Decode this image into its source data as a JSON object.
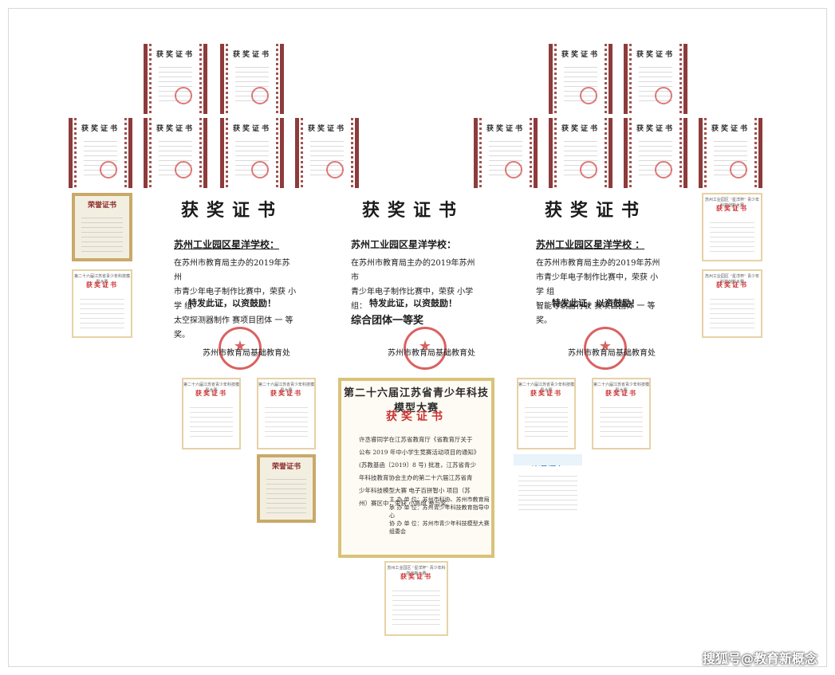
{
  "small_cert_title": "获奖证书",
  "big_certs": [
    {
      "title": "获奖证书",
      "school": "苏州工业园区星洋学校：",
      "line1": "在苏州市教育局主办的2019年苏州",
      "line2": "市青少年电子制作比赛中，荣获 小学 组",
      "line3": "太空探测器制作 赛项目团体 一 等奖。",
      "award": "",
      "motto": "特发此证，以资鼓励！",
      "issuer": "苏州市教育局基础教育处"
    },
    {
      "title": "获奖证书",
      "school": "苏州工业园区星洋学校：",
      "line1": "在苏州市教育局主办的2019年苏州市",
      "line2": "青少年电子制作比赛中，荣获 小学 组：",
      "line3": "",
      "award": "综合团体一等奖",
      "motto": "特发此证，以资鼓励！",
      "issuer": "苏州市教育局基础教育处"
    },
    {
      "title": "获奖证书",
      "school": "苏州工业园区星洋学校 ：",
      "line1": "在苏州市教育局主办的2019年苏州",
      "line2": "市青少年电子制作比赛中，荣获 小学 组",
      "line3": "智能寻轨器行驶 赛项目团体 一 等奖。",
      "award": "",
      "motto": "特发此证，以资鼓励！",
      "issuer": "苏州市教育局基础教育处"
    }
  ],
  "center_cert": {
    "header": "第二十六届江苏省青少年科技模型大赛",
    "title": "获奖证书",
    "body": "许丞睿同学在江苏省教育厅《省教育厅关于公布 2019 年中小学生竞赛活动项目的通知》(苏教基函〔2019〕8 号) 批准，江苏省青少年科技教育协会主办的第二十六届江苏省青少年科技模型大赛 电子百拼智小 项目（苏州）赛区中，荣获 小高组 参与奖。",
    "footer": [
      "主 办 单 位：苏州市科协、苏州市教育局",
      "承 办 单 位：苏州青少年科技教育指导中心",
      "协 办 单 位：苏州市青少年科技模型大赛组委会"
    ]
  },
  "honor_title": "荣誉证书",
  "gold_small_title": "获奖证书",
  "gold_small_header": "第二十六届江苏省青少年科技模型大赛",
  "honor_cert_title": "荣誉证书",
  "cup_cert_header": "苏州工业园区 “星洋杯” 青少年科技创新大赛",
  "watermark": "搜狐号@教育新概念"
}
